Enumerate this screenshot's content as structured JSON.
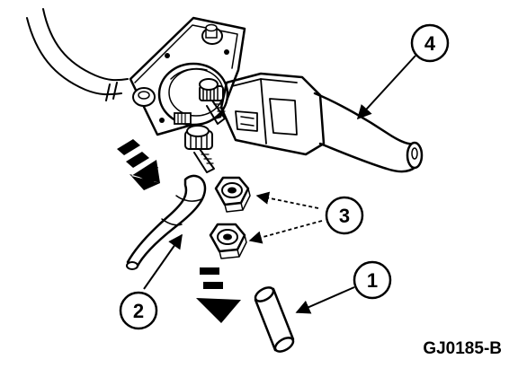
{
  "figure_id": "GJ0185-B",
  "callouts": [
    {
      "key": "1",
      "label": "1"
    },
    {
      "key": "2",
      "label": "2"
    },
    {
      "key": "3",
      "label": "3"
    },
    {
      "key": "4",
      "label": "4"
    }
  ],
  "colors": {
    "ink": "#000000",
    "paper": "#ffffff"
  },
  "icons": [
    "removal-arrow-icon",
    "callout-arrow-icon"
  ]
}
